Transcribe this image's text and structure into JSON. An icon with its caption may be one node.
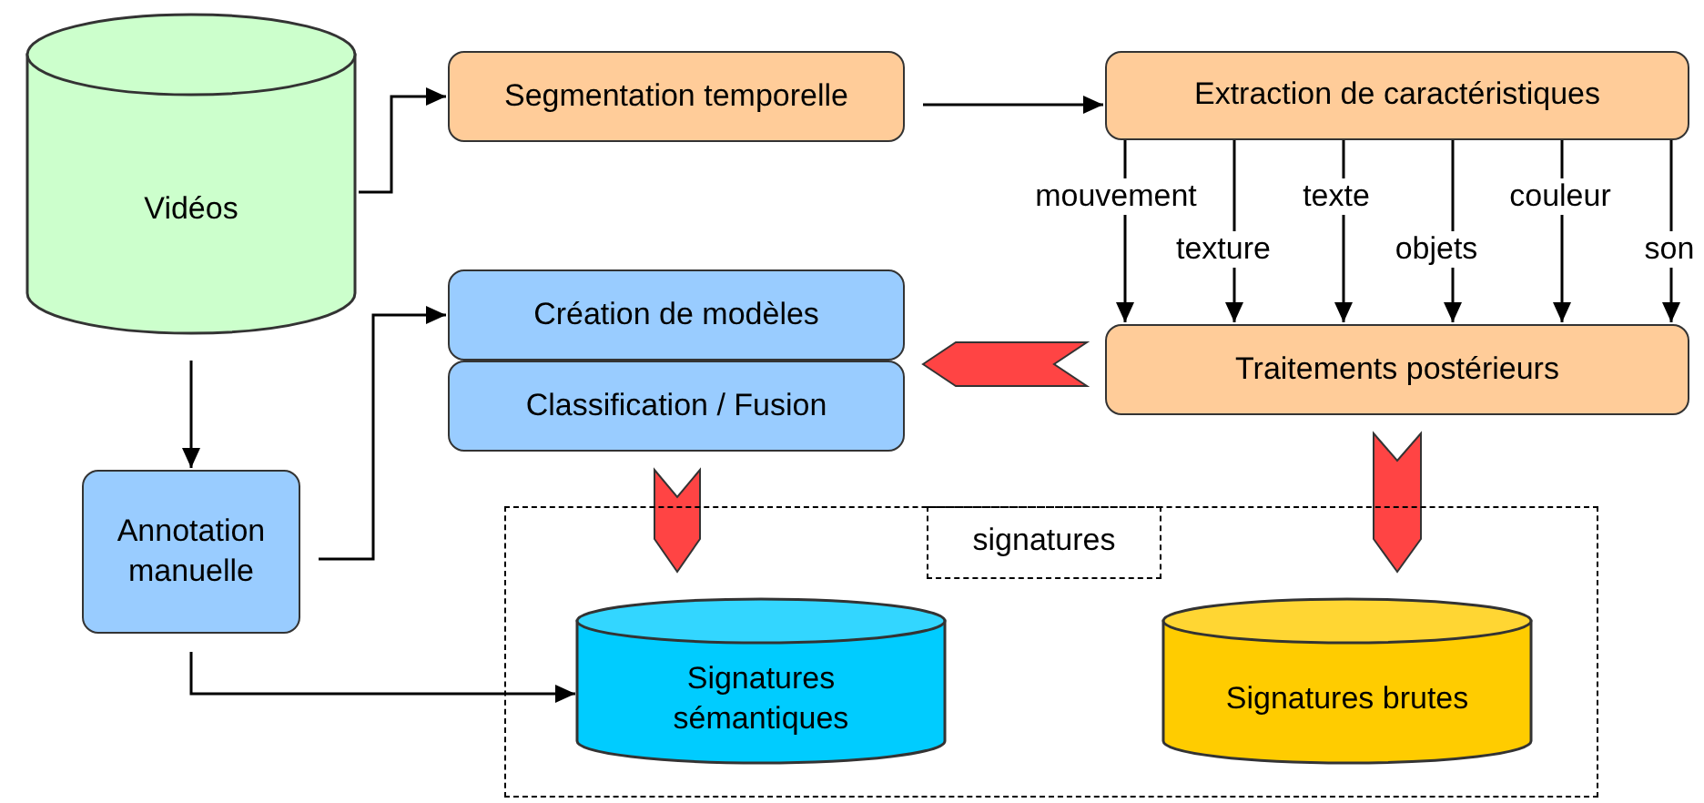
{
  "diagram": {
    "nodes": [
      {
        "text": [
          "Vidéos"
        ]
      },
      {
        "text": [
          "Segmentation temporelle"
        ]
      },
      {
        "text": [
          "Extraction de caractéristiques"
        ]
      },
      {
        "text": [
          "Création de modèles"
        ]
      },
      {
        "text": [
          "Classification / Fusion"
        ]
      },
      {
        "text": [
          "Traitements postérieurs"
        ]
      },
      {
        "text": [
          "Annotation manuelle"
        ]
      },
      {
        "text": [
          "signatures"
        ]
      },
      {
        "text": [
          "Signatures sémantiques"
        ],
        "in": 7
      },
      {
        "text": [
          "Signatures brutes"
        ],
        "in": 7
      }
    ],
    "edges": [
      {
        "from": 0,
        "to": 1,
        "arrow": "to"
      },
      {
        "from": 1,
        "to": 2,
        "arrow": "to"
      },
      {
        "from": 2,
        "to": 5,
        "arrow": "to",
        "label": "mouvement"
      },
      {
        "from": 2,
        "to": 5,
        "arrow": "to",
        "label": "texture"
      },
      {
        "from": 2,
        "to": 5,
        "arrow": "to",
        "label": "texte"
      },
      {
        "from": 2,
        "to": 5,
        "arrow": "to",
        "label": "objets"
      },
      {
        "from": 2,
        "to": 5,
        "arrow": "to",
        "label": "couleur"
      },
      {
        "from": 2,
        "to": 5,
        "arrow": "to",
        "label": "son"
      },
      {
        "from": 5,
        "to": 4,
        "arrow": "to",
        "style": "thick",
        "color": "#ff4444"
      },
      {
        "from": 4,
        "to": 8,
        "arrow": "to",
        "style": "thick",
        "color": "#ff4444"
      },
      {
        "from": 5,
        "to": 9,
        "arrow": "to",
        "style": "thick",
        "color": "#ff4444"
      },
      {
        "from": 0,
        "to": 6,
        "arrow": "to"
      },
      {
        "from": 6,
        "to": 3,
        "arrow": "to"
      },
      {
        "from": 6,
        "to": 8,
        "arrow": "to"
      }
    ]
  }
}
